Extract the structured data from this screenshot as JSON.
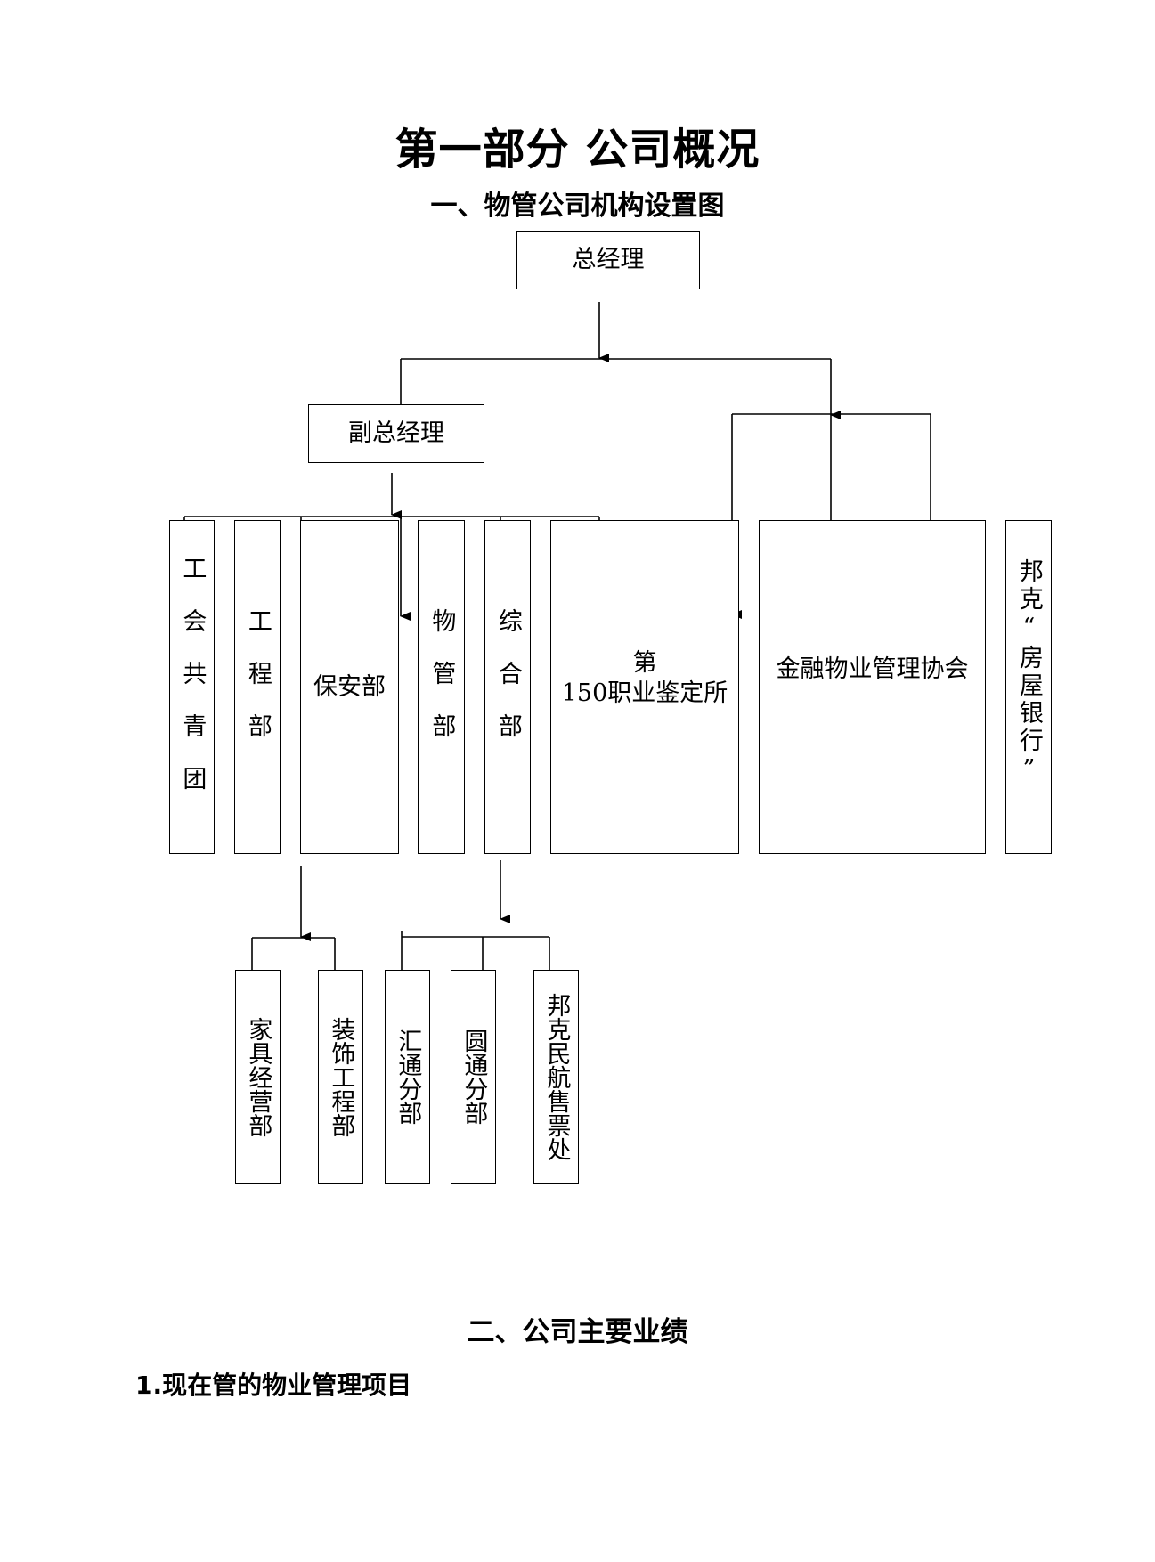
{
  "page_title": "第一部分 公司概况",
  "section1_title": "一、物管公司机构设置图",
  "org": {
    "gm": "总经理",
    "deputy": "副总经理",
    "depts": {
      "union": "工会共青团",
      "engineering": "工程部",
      "security": "保安部",
      "property": "物管部",
      "general": "综合部",
      "exam": "第\n150职业鉴定所",
      "finance": "金融物业管理协会",
      "bank": "邦克“房屋银行”"
    },
    "sub": {
      "furniture": "家具经营部",
      "decoration": "装饰工程部",
      "huitong": "汇通分部",
      "yuantong": "圆通分部",
      "ticket": "邦克民航售票处"
    }
  },
  "section2_title": "二、公司主要业绩",
  "subsection1": "1.现在管的物业管理项目"
}
